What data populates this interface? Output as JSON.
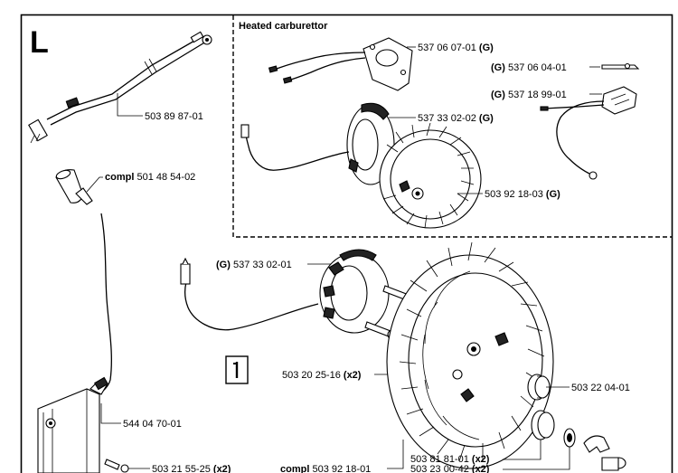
{
  "section_letter": "L",
  "inset_title": "Heated carburettor",
  "labels": {
    "cable_a": "503 89 87-01",
    "cap_prefix": "compl",
    "cap_num": "501 48 54-02",
    "inset_gasket_num": "537 06 07-01",
    "inset_gasket_g": "(G)",
    "inset_bracket_g": "(G)",
    "inset_bracket_num": "537 06 04-01",
    "inset_sensor_g": "(G)",
    "inset_sensor_num": "537 18 99-01",
    "inset_coil_num": "537 33 02-02",
    "inset_coil_g": "(G)",
    "inset_flywheel_num": "503 92 18-03",
    "inset_flywheel_g": "(G)",
    "coil_g": "(G)",
    "coil_num": "537 33 02-01",
    "screw_num": "503 20 25-16",
    "screw_qty": "(x2)",
    "nut_num": "503 22 04-01",
    "module_num": "544 04 70-01",
    "screw2_num": "503 21 55-25",
    "screw2_qty": "(x2)",
    "flywheel_prefix": "compl",
    "flywheel_num": "503 92 18-01",
    "pawl_num": "503 81 81-01",
    "pawl_qty": "(x2)",
    "spring_num": "503 23 00-42",
    "spring_qty": "(x2)"
  }
}
